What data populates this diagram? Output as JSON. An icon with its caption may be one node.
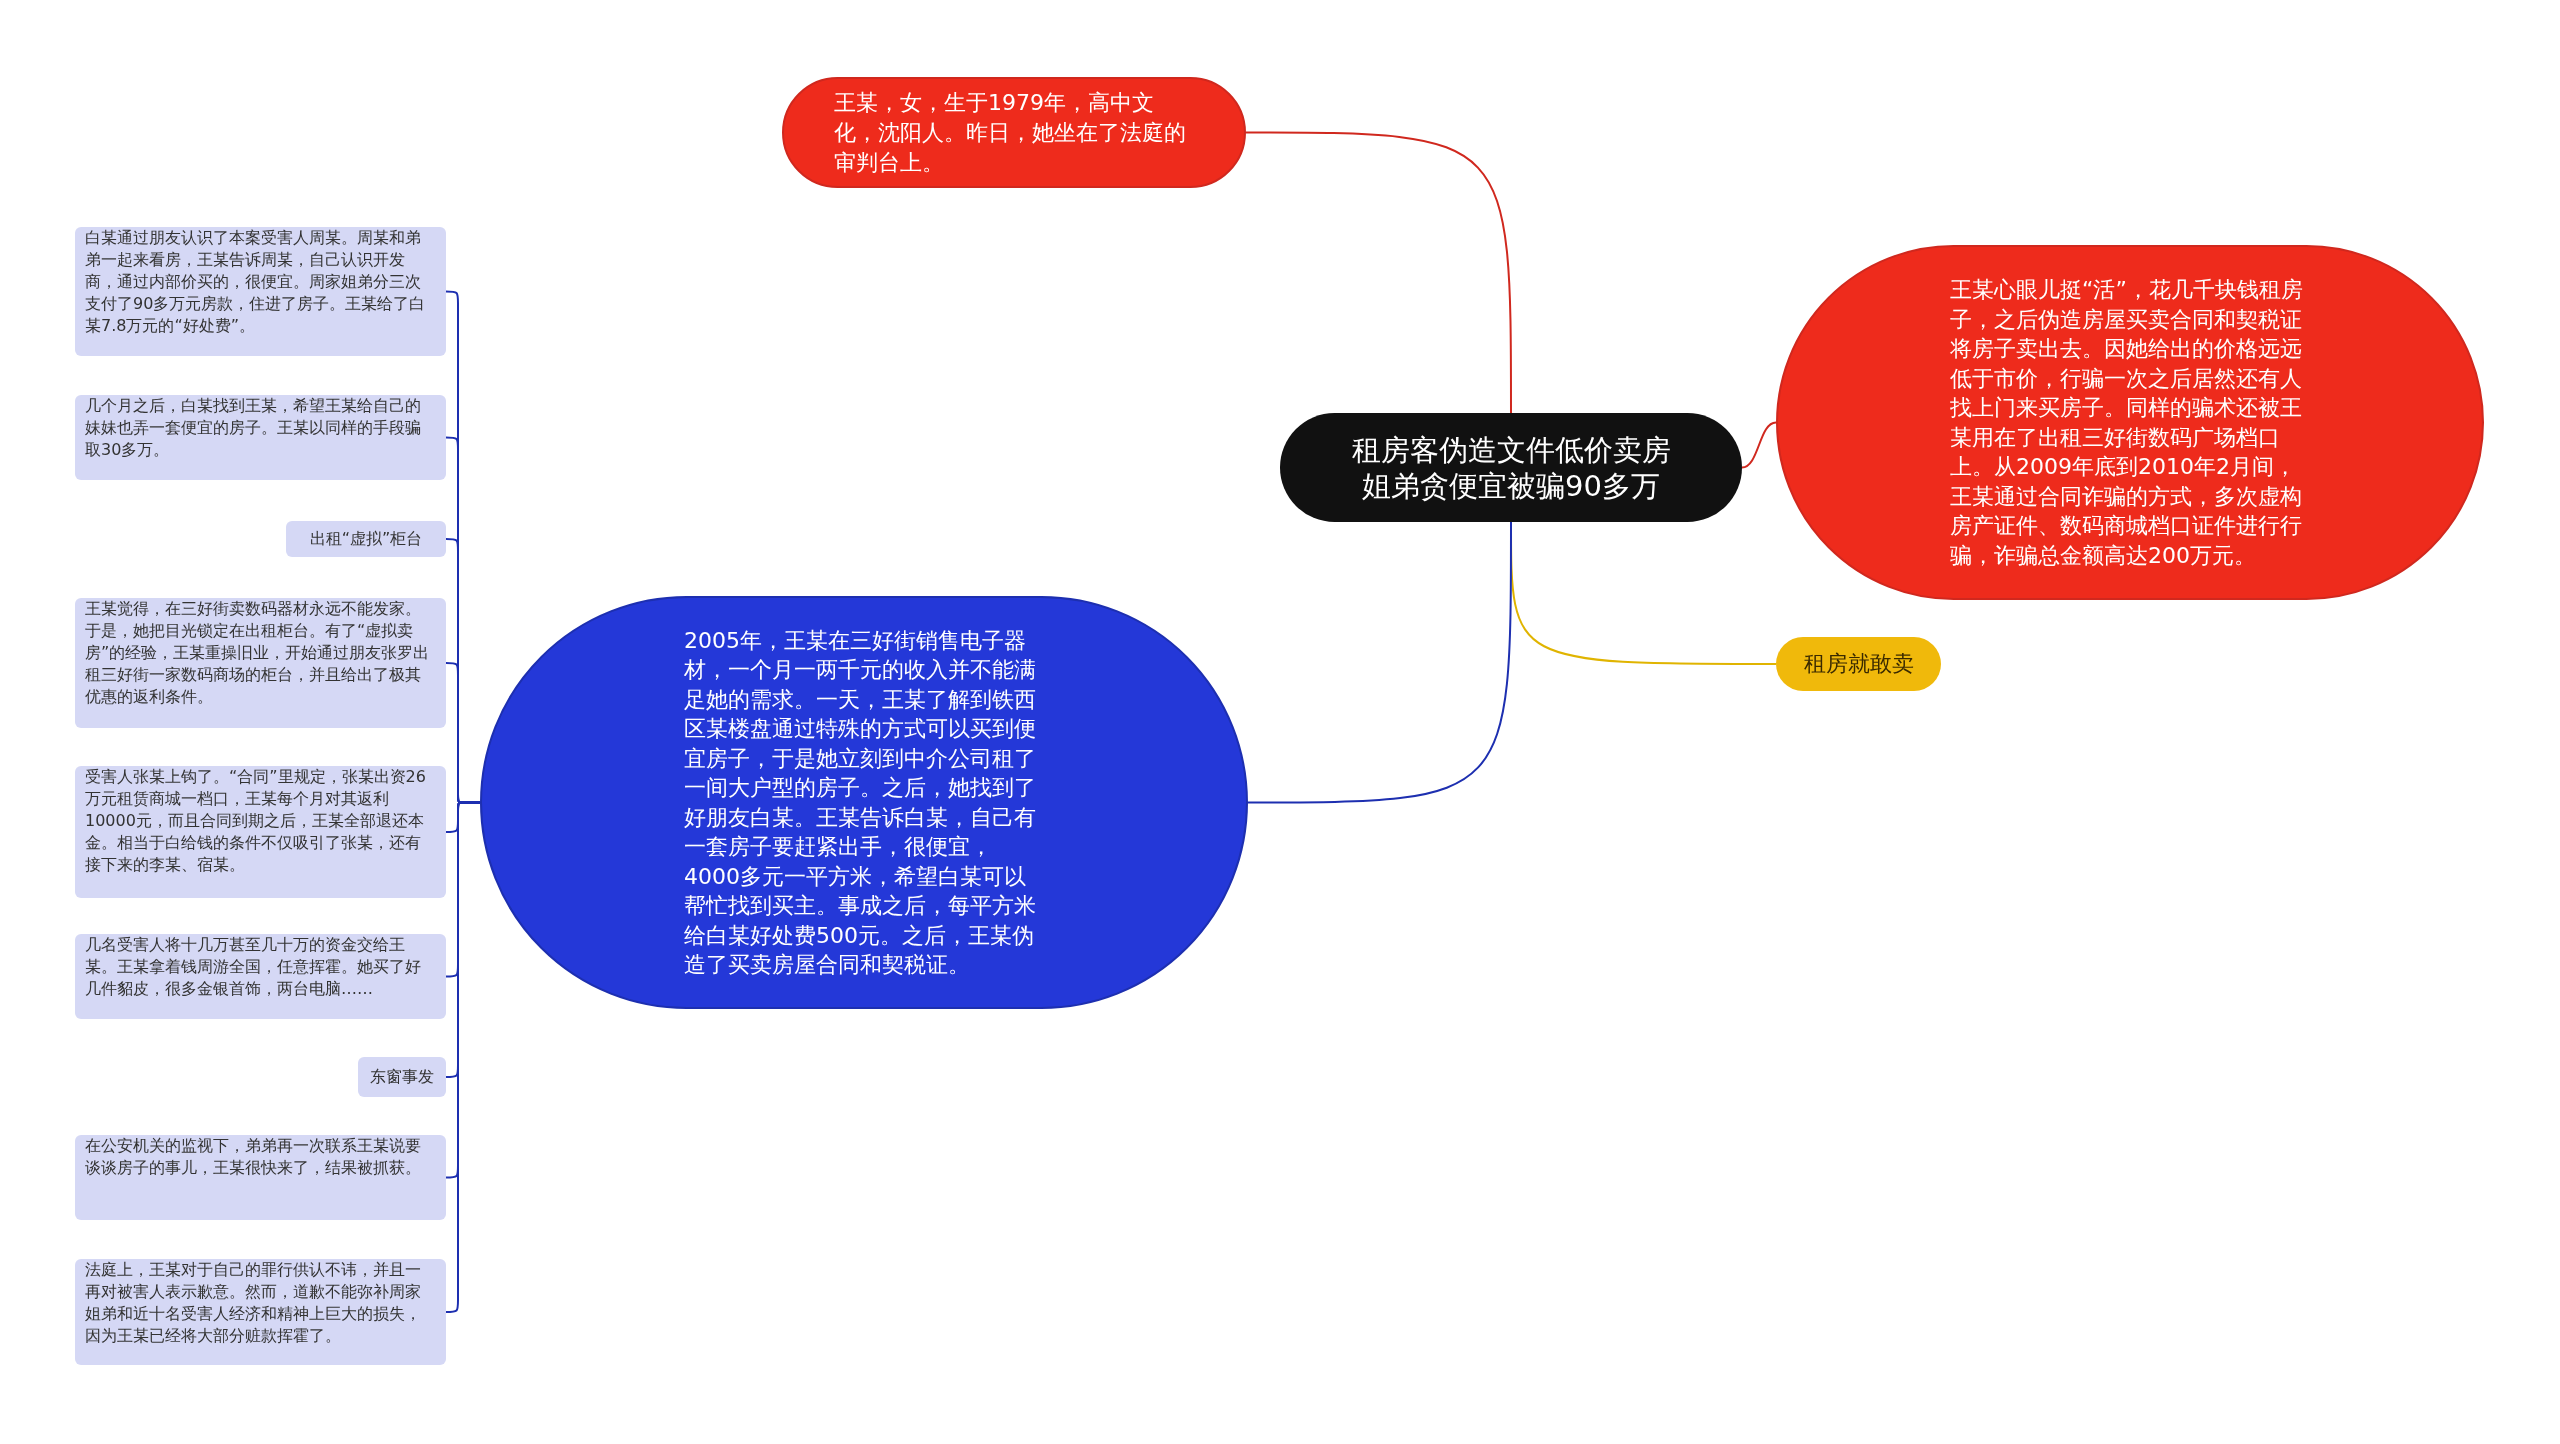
{
  "diagram": {
    "nodes": [
      {
        "text": [
          "租房客伪造文件低价卖房姐弟贪便宜被骗90多万"
        ]
      },
      {
        "text": [
          "王某，女，生于1979年，高中文化，沈阳人。昨日，她坐在了法庭的审判台上。"
        ]
      },
      {
        "text": [
          "王某心眼儿挺“活”，花几千块钱租房子，之后伪造房屋买卖合同和契税证将房子卖出去。因她给出的价格远远低于市价，行骗一次之后居然还有人找上门来买房子。同样的骗术还被王某用在了出租三好街数码广场档口上。从2009年底到2010年2月间，王某通过合同诈骗的方式，多次虚构房产证件、数码商城档口证件进行行骗，诈骗总金额高达200万元。"
        ]
      },
      {
        "text": [
          "租房就敢卖"
        ]
      },
      {
        "text": [
          "2005年，王某在三好街销售电子器材，一个月一两千元的收入并不能满足她的需求。一天，王某了解到铁西区某楼盘通过特殊的方式可以买到便宜房子，于是她立刻到中介公司租了一间大户型的房子。之后，她找到了好朋友白某。王某告诉白某，自己有一套房子要赶紧出手，很便宜，4000多元一平方米，希望白某可以帮忙找到买主。事成之后，每平方米给白某好处费500元。之后，王某伪造了买卖房屋合同和契税证。"
        ]
      },
      {
        "text": [
          "白某通过朋友认识了本案受害人周某。周某和弟弟一起来看房，王某告诉周某，自己认识开发商，通过内部价买的，很便宜。周家姐弟分三次支付了90多万元房款，住进了房子。王某给了白某7.8万元的“好处费”。"
        ]
      },
      {
        "text": [
          "几个月之后，白某找到王某，希望王某给自己的妹妹也弄一套便宜的房子。王某以同样的手段骗取30多万。"
        ]
      },
      {
        "text": [
          "出租“虚拟”柜台"
        ]
      },
      {
        "text": [
          "王某觉得，在三好街卖数码器材永远不能发家。于是，她把目光锁定在出租柜台。有了“虚拟卖房”的经验，王某重操旧业，开始通过朋友张罗出租三好街一家数码商场的柜台，并且给出了极其优惠的返利条件。"
        ]
      },
      {
        "text": [
          "受害人张某上钩了。“合同”里规定，张某出资26万元租赁商城一档口，王某每个月对其返利10000元，而且合同到期之后，王某全部退还本金。相当于白给钱的条件不仅吸引了张某，还有接下来的李某、宿某。"
        ]
      },
      {
        "text": [
          "几名受害人将十几万甚至几十万的资金交给王某。王某拿着钱周游全国，任意挥霍。她买了好几件貂皮，很多金银首饰，两台电脑……"
        ]
      },
      {
        "text": [
          "东窗事发"
        ]
      },
      {
        "text": [
          "在公安机关的监视下，弟弟再一次联系王某说要谈谈房子的事儿，王某很快来了，结果被抓获。"
        ]
      },
      {
        "text": [
          "法庭上，王某对于自己的罪行供认不讳，并且一再对被害人表示歉意。然而，道歉不能弥补周家姐弟和近十名受害人经济和精神上巨大的损失，因为王某已经将大部分赃款挥霍了。"
        ]
      }
    ],
    "edges": [
      {
        "from": 0,
        "to": 1,
        "arrow": "none",
        "color": "#d0281e"
      },
      {
        "from": 0,
        "to": 2,
        "arrow": "none",
        "color": "#d0281e"
      },
      {
        "from": 0,
        "to": 3,
        "arrow": "none",
        "color": "#e0b400"
      },
      {
        "from": 0,
        "to": 4,
        "arrow": "none"
      },
      {
        "from": 4,
        "to": 5,
        "arrow": "none"
      },
      {
        "from": 4,
        "to": 6,
        "arrow": "none"
      },
      {
        "from": 4,
        "to": 7,
        "arrow": "none"
      },
      {
        "from": 4,
        "to": 8,
        "arrow": "none"
      },
      {
        "from": 4,
        "to": 9,
        "arrow": "none"
      },
      {
        "from": 4,
        "to": 10,
        "arrow": "none"
      },
      {
        "from": 4,
        "to": 11,
        "arrow": "none"
      },
      {
        "from": 4,
        "to": 12,
        "arrow": "none"
      },
      {
        "from": 4,
        "to": 13,
        "arrow": "none"
      }
    ]
  }
}
